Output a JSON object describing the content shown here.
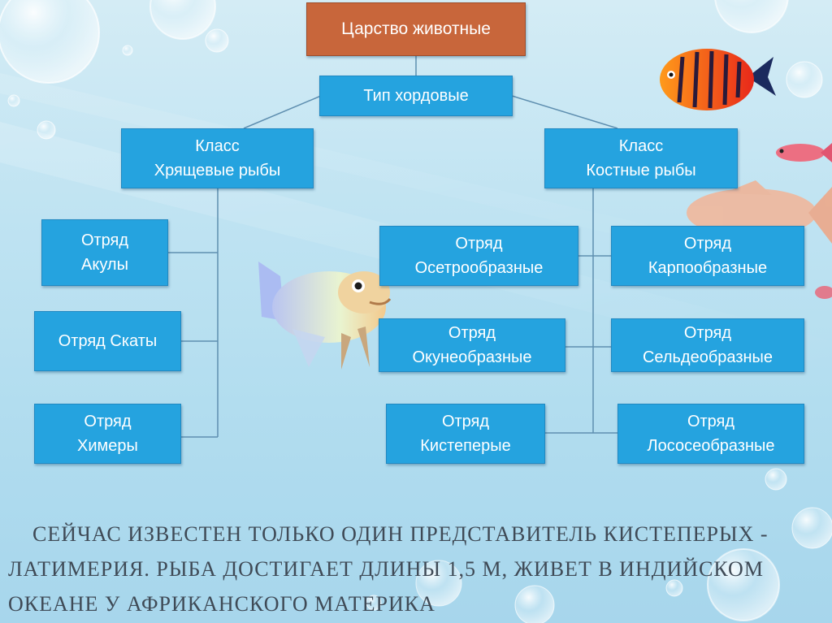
{
  "colors": {
    "box_fill": "#25a3df",
    "root_fill": "#c8663b",
    "connector": "#5f8fb0",
    "caption_text": "#3f4a56"
  },
  "tree": {
    "root": "Царство животные",
    "phylum": "Тип хордовые",
    "class_left": "Класс\nХрящевые рыбы",
    "class_right": "Класс\nКостные рыбы",
    "left_orders": [
      "Отряд\nАкулы",
      "Отряд Скаты",
      "Отряд\nХимеры"
    ],
    "right_inner_orders": [
      "Отряд\nОсетрообразные",
      "Отряд\nОкунеобразные",
      "Отряд\nКистеперые"
    ],
    "right_outer_orders": [
      "Отряд\nКарпообразные",
      "Отряд\nСельдеобразные",
      "Отряд\nЛососеобразные"
    ]
  },
  "caption": {
    "line1": "СЕЙЧАС ИЗВЕСТЕН ТОЛЬКО ОДИН ПРЕДСТАВИТЕЛЬ КИСТЕПЕРЫХ -",
    "line2": "ЛАТИМЕРИЯ. РЫБА ДОСТИГАЕТ ДЛИНЫ 1,5 М, ЖИВЕТ В ИНДИЙСКОМ",
    "line3": "ОКЕАНЕ У АФРИКАНСКОГО МАТЕРИКА"
  },
  "decorations": {
    "bubbles": "bubble-icons",
    "fish": [
      "angelfish-icon",
      "small-red-fish-icon",
      "pink-fish-icon",
      "coelacanth-fish-icon"
    ]
  }
}
